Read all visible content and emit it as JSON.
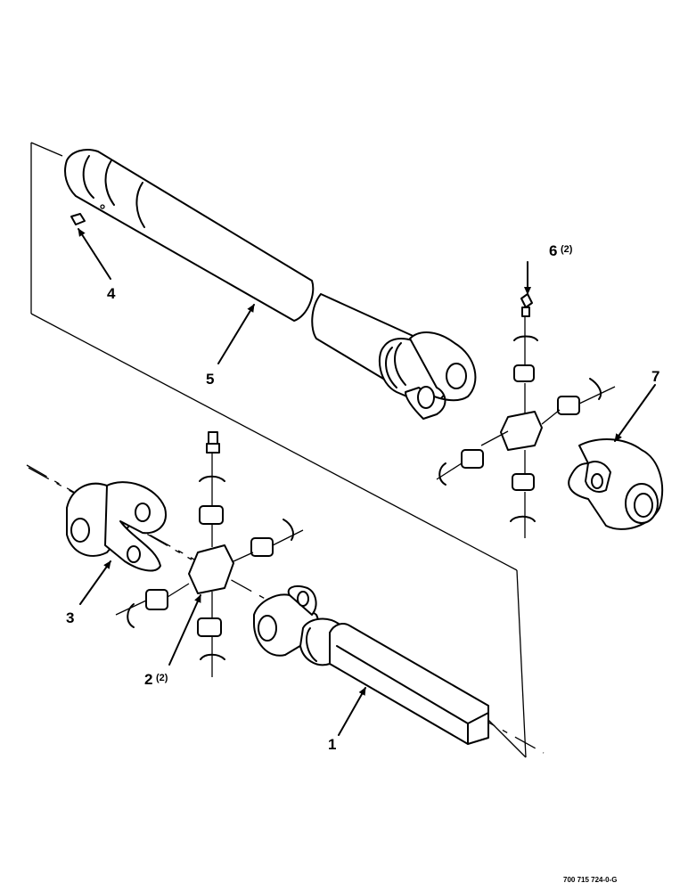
{
  "callouts": [
    {
      "id": "1",
      "label": "1",
      "qty": ""
    },
    {
      "id": "2",
      "label": "2",
      "qty": "(2)"
    },
    {
      "id": "3",
      "label": "3",
      "qty": ""
    },
    {
      "id": "4",
      "label": "4",
      "qty": ""
    },
    {
      "id": "5",
      "label": "5",
      "qty": ""
    },
    {
      "id": "6",
      "label": "6",
      "qty": "(2)"
    },
    {
      "id": "7",
      "label": "7",
      "qty": ""
    }
  ],
  "drawing_number": "700 715 724-0-G"
}
